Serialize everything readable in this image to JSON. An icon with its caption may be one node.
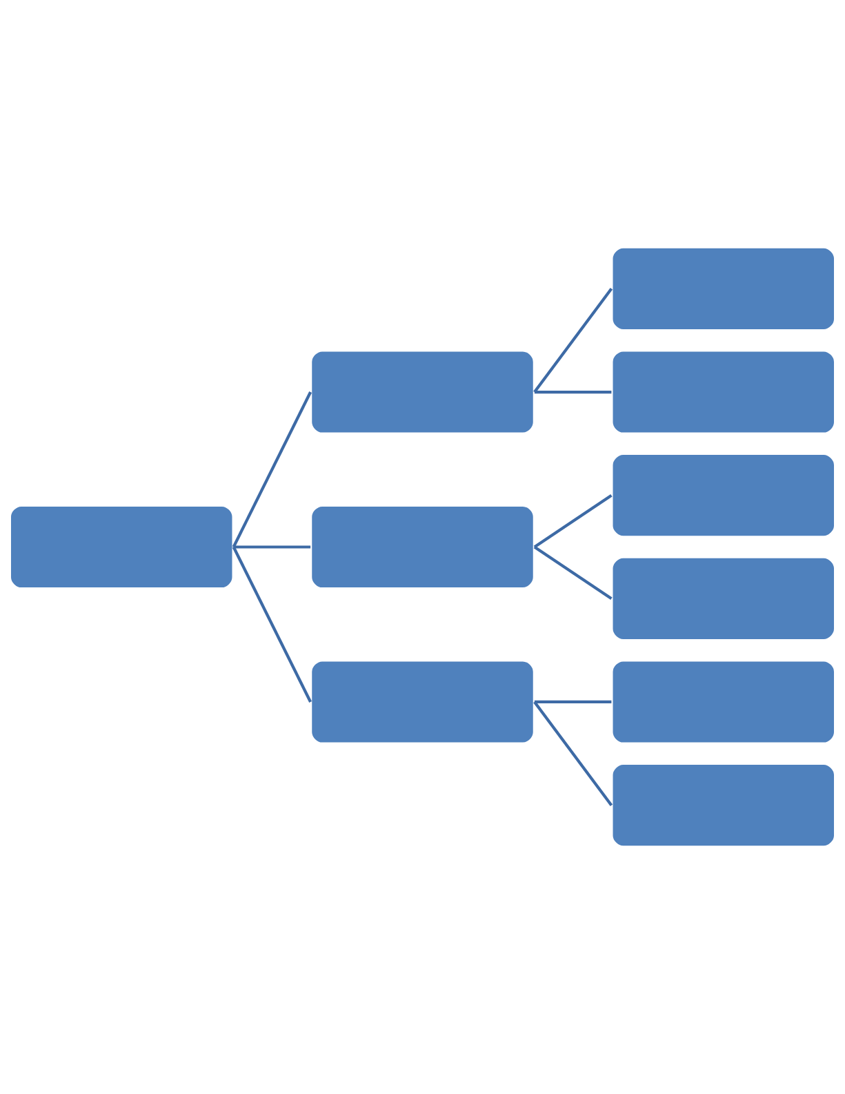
{
  "diagram": {
    "nodes": [
      {
        "text": [],
        "shape": "box"
      },
      {
        "text": [],
        "shape": "box"
      },
      {
        "text": [],
        "shape": "box"
      },
      {
        "text": [],
        "shape": "box"
      },
      {
        "text": [],
        "shape": "box"
      },
      {
        "text": [],
        "shape": "box"
      },
      {
        "text": [],
        "shape": "box"
      },
      {
        "text": [],
        "shape": "box"
      },
      {
        "text": [],
        "shape": "box"
      },
      {
        "text": [],
        "shape": "box"
      }
    ],
    "edges": [
      {
        "from": 0,
        "to": 1,
        "arrow": "none"
      },
      {
        "from": 0,
        "to": 2,
        "arrow": "none"
      },
      {
        "from": 0,
        "to": 3,
        "arrow": "none"
      },
      {
        "from": 1,
        "to": 4,
        "arrow": "none"
      },
      {
        "from": 1,
        "to": 5,
        "arrow": "none"
      },
      {
        "from": 2,
        "to": 6,
        "arrow": "none"
      },
      {
        "from": 2,
        "to": 7,
        "arrow": "none"
      },
      {
        "from": 3,
        "to": 8,
        "arrow": "none"
      },
      {
        "from": 3,
        "to": 9,
        "arrow": "none"
      }
    ]
  }
}
